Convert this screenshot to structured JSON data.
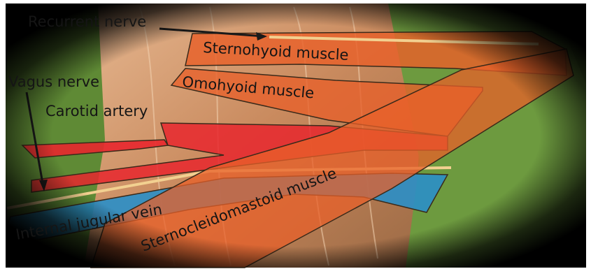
{
  "labels": {
    "recurrent_nerve": "Recurrent nerve",
    "sternohyoid": "Sternohyoid muscle",
    "omohyoid": "Omohyoid muscle",
    "vagus_nerve": "Vagus nerve",
    "carotid_artery": "Carotid artery",
    "internal_jugular_vein": "Internal jugular vein",
    "sternocleidomastoid": "Sternocleidomastoid muscle"
  },
  "colors": {
    "muscle": "#e8602a",
    "artery": "#e8272e",
    "vein": "#2a8fc8",
    "nerve": "#f2d090",
    "background_tissue": "#6b8f3a",
    "skin": "#d9a074"
  }
}
